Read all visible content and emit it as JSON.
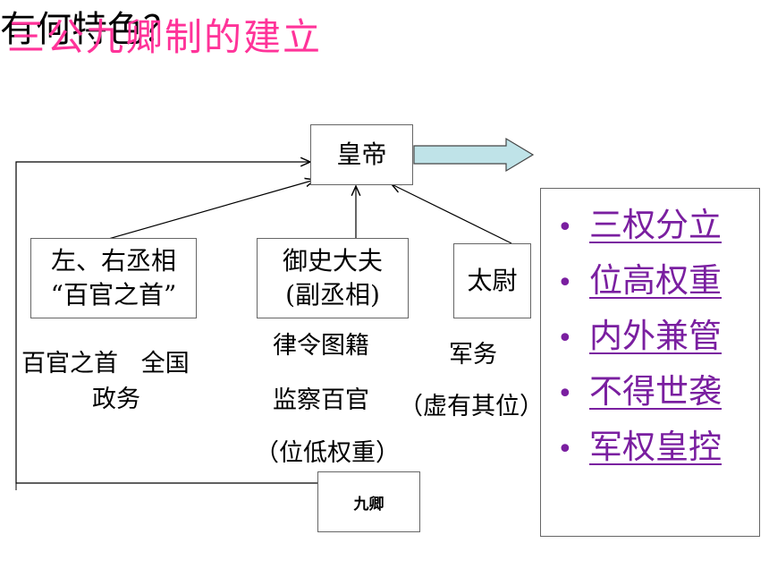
{
  "title": "三公九卿制的建立",
  "emperor": "皇帝",
  "question": "有何特色？",
  "officials": {
    "chancellor_line1": "左、右丞相",
    "chancellor_line2": "“百官之首”",
    "censor_line1": "御史大夫",
    "censor_line2": "(副丞相)",
    "commandant": "太尉",
    "nine_ministers": "九卿"
  },
  "duties": {
    "chancellor_line1": "百官之首   全国",
    "chancellor_line2": "政务",
    "censor_line1": "律令图籍",
    "censor_line2": "监察百官",
    "censor_line3": "（位低权重）",
    "commandant_line1": "军务",
    "commandant_line2": "（虚有其位）"
  },
  "features": [
    {
      "bullet": "•",
      "label": "三权分立"
    },
    {
      "bullet": "•",
      "label": "位高权重"
    },
    {
      "bullet": "•",
      "label": "内外兼管"
    },
    {
      "bullet": "•",
      "label": "不得世袭"
    },
    {
      "bullet": "•",
      "label": "军权皇控"
    }
  ],
  "colors": {
    "title": "#ff3399",
    "feature_text": "#7a1fa0",
    "arrow_fill": "#bfe3e8"
  }
}
